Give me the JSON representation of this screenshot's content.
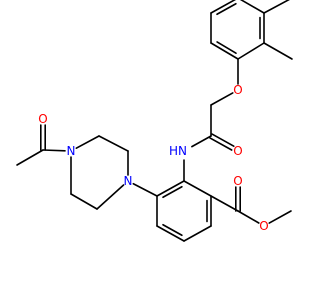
{
  "molecule": {
    "colors": {
      "bond": "#000000",
      "O": "#ff0000",
      "N": "#0000ff"
    },
    "atoms": [
      {
        "id": "o_acetyl",
        "label": "O",
        "element": "O"
      },
      {
        "id": "n_pip_acyl",
        "label": "N",
        "element": "N"
      },
      {
        "id": "n_pip_aryl",
        "label": "N",
        "element": "N"
      },
      {
        "id": "n_amide",
        "label": "HN",
        "element": "N"
      },
      {
        "id": "o_amide",
        "label": "O",
        "element": "O"
      },
      {
        "id": "o_ether",
        "label": "O",
        "element": "O"
      },
      {
        "id": "o_ester_carbonyl",
        "label": "O",
        "element": "O"
      },
      {
        "id": "o_ester",
        "label": "O",
        "element": "O"
      }
    ]
  }
}
